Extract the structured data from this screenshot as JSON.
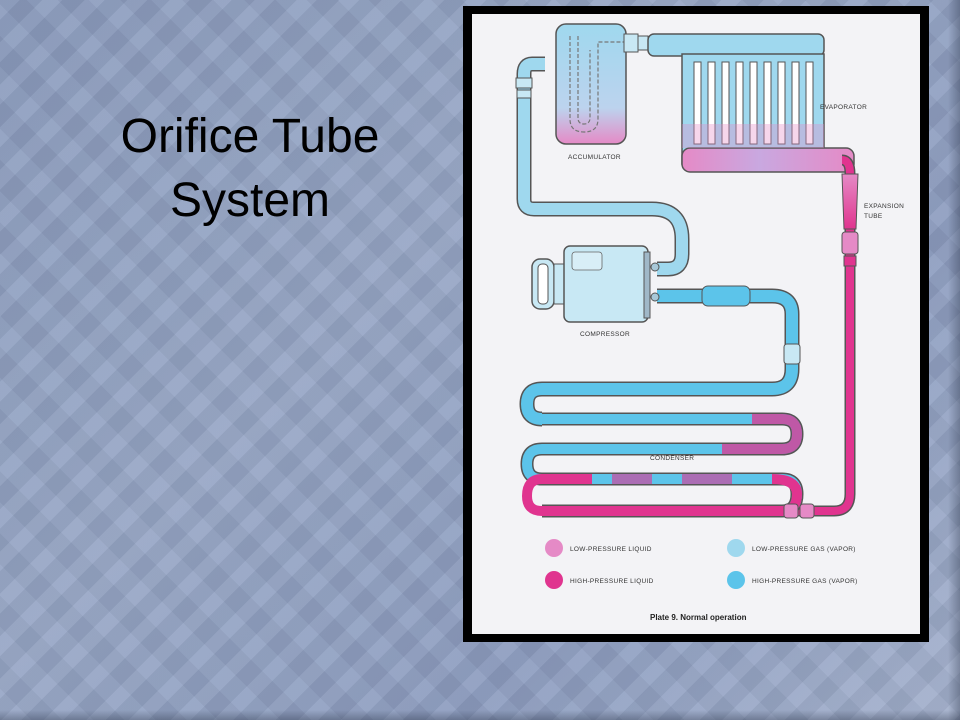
{
  "slide": {
    "title_line1": "Orifice Tube",
    "title_line2": "System"
  },
  "diagram": {
    "labels": {
      "evaporator": "EVAPORATOR",
      "accumulator": "ACCUMULATOR",
      "expansion_tube_1": "EXPANSION",
      "expansion_tube_2": "TUBE",
      "compressor": "COMPRESSOR",
      "condenser": "CONDENSER"
    },
    "legend": [
      {
        "label": "LOW-PRESSURE LIQUID",
        "color": "#e58ac6"
      },
      {
        "label": "HIGH-PRESSURE LIQUID",
        "color": "#e0348f"
      },
      {
        "label": "LOW-PRESSURE GAS (VAPOR)",
        "color": "#9fd8ee"
      },
      {
        "label": "HIGH-PRESSURE GAS (VAPOR)",
        "color": "#5cc4ea"
      }
    ],
    "caption": "Plate 9.  Normal operation",
    "colors": {
      "paper": "#f3f3f6",
      "low_gas": "#9fd8ee",
      "high_gas": "#5cc4ea",
      "low_liquid": "#e58ac6",
      "high_liquid": "#e0348f",
      "outline": "#555555"
    }
  }
}
